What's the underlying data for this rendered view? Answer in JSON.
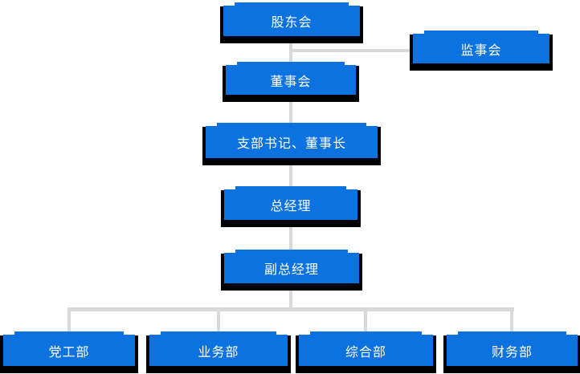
{
  "diagram_title": "company-organization-chart",
  "nodes": {
    "shareholders": "股东会",
    "supervisory": "监事会",
    "board": "董事会",
    "secretary_chairman": "支部书记、董事长",
    "general_manager": "总经理",
    "deputy_general_manager": "副总经理",
    "dept_party": "党工部",
    "dept_business": "业务部",
    "dept_general": "综合部",
    "dept_finance": "财务部"
  },
  "edges": [
    {
      "from": "股东会",
      "to": "董事会"
    },
    {
      "from": "股东会",
      "to": "监事会"
    },
    {
      "from": "董事会",
      "to": "支部书记、董事长"
    },
    {
      "from": "支部书记、董事长",
      "to": "总经理"
    },
    {
      "from": "总经理",
      "to": "副总经理"
    },
    {
      "from": "副总经理",
      "to": "党工部"
    },
    {
      "from": "副总经理",
      "to": "业务部"
    },
    {
      "from": "副总经理",
      "to": "综合部"
    },
    {
      "from": "副总经理",
      "to": "财务部"
    }
  ],
  "colors": {
    "node_fill": "#0b72e0",
    "node_text": "#ffffff",
    "connector": "#d9d9d9",
    "shadow": "#000000",
    "canvas_bg": "#ffffff"
  }
}
